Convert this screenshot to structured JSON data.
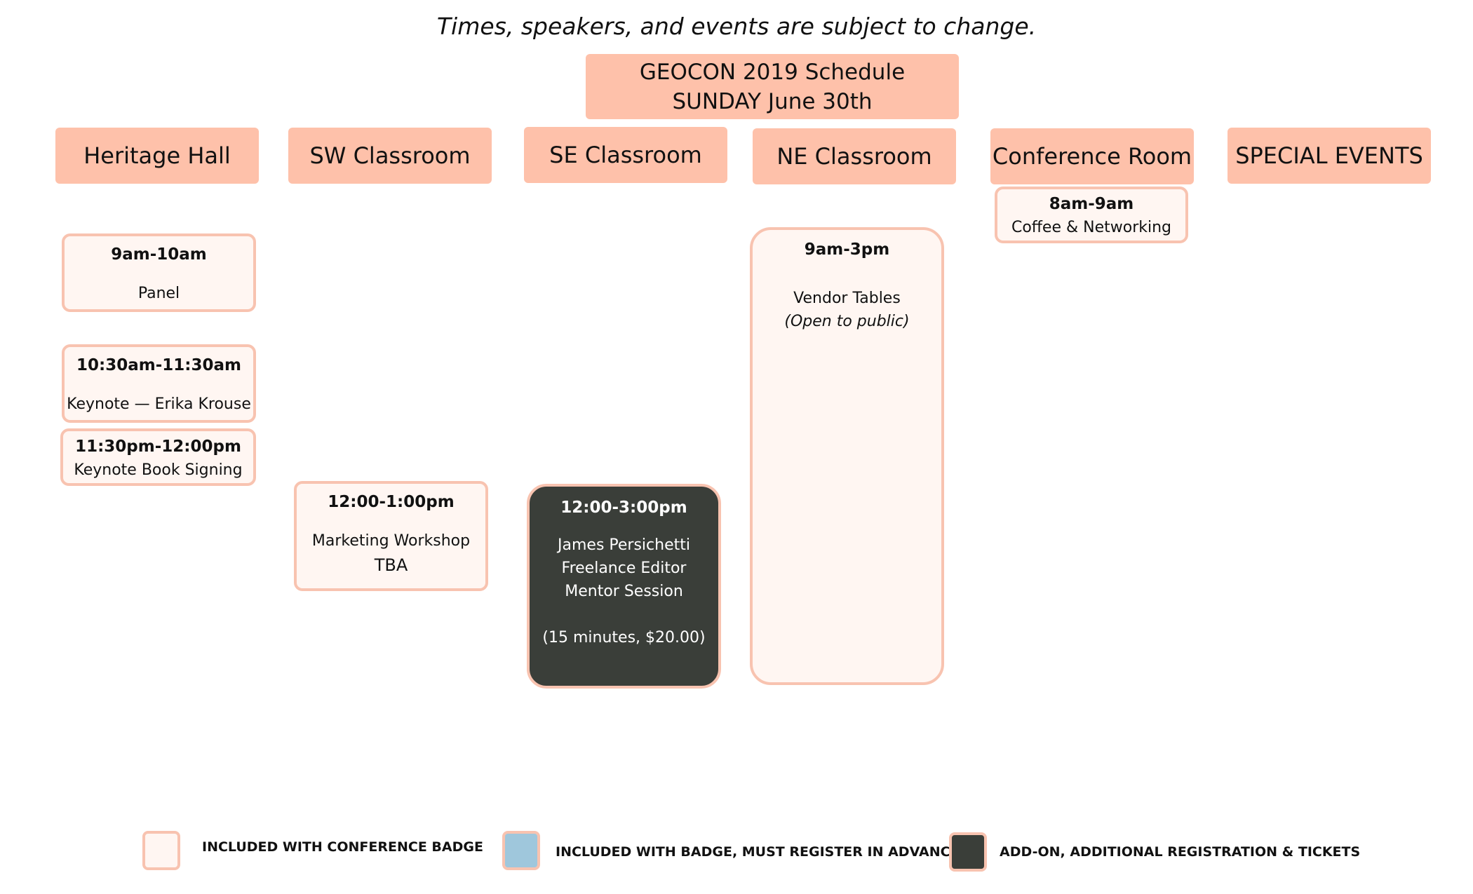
{
  "notice": "Times, speakers, and events are subject to change.",
  "title": {
    "line1": "GEOCON 2019 Schedule",
    "line2": "SUNDAY June 30th"
  },
  "rooms": [
    "Heritage Hall",
    "SW Classroom",
    "SE Classroom",
    "NE Classroom",
    "Conference Room",
    "SPECIAL EVENTS"
  ],
  "events": {
    "panel": {
      "time": "9am-10am",
      "title": "Panel"
    },
    "keynote": {
      "time": "10:30am-11:30am",
      "title": "Keynote — Erika Krouse"
    },
    "signing": {
      "time": "11:30pm-12:00pm",
      "title": "Keynote Book Signing"
    },
    "marketing": {
      "time": "12:00-1:00pm",
      "title": "Marketing Workshop",
      "sub": "TBA"
    },
    "mentor": {
      "time": "12:00-3:00pm",
      "line1": "James Persichetti",
      "line2": "Freelance Editor",
      "line3": "Mentor Session",
      "note": "(15 minutes, $20.00)"
    },
    "vendor": {
      "time": "9am-3pm",
      "title": "Vendor Tables",
      "sub": "(Open to  public)"
    },
    "coffee": {
      "time": "8am-9am",
      "title": "Coffee & Networking"
    }
  },
  "legend": [
    {
      "label": "INCLUDED WITH CONFERENCE BADGE",
      "color": "#fff6f2"
    },
    {
      "label": "INCLUDED WITH BADGE, MUST REGISTER IN ADVANCE",
      "color": "#9fc7dc"
    },
    {
      "label": "ADD-ON, ADDITIONAL REGISTRATION & TICKETS",
      "color": "#3a3e39"
    }
  ],
  "colors": {
    "header": "#fec1aa",
    "card_bg": "#fff6f2",
    "card_border": "#f8c3b0",
    "addon": "#3a3e39"
  }
}
